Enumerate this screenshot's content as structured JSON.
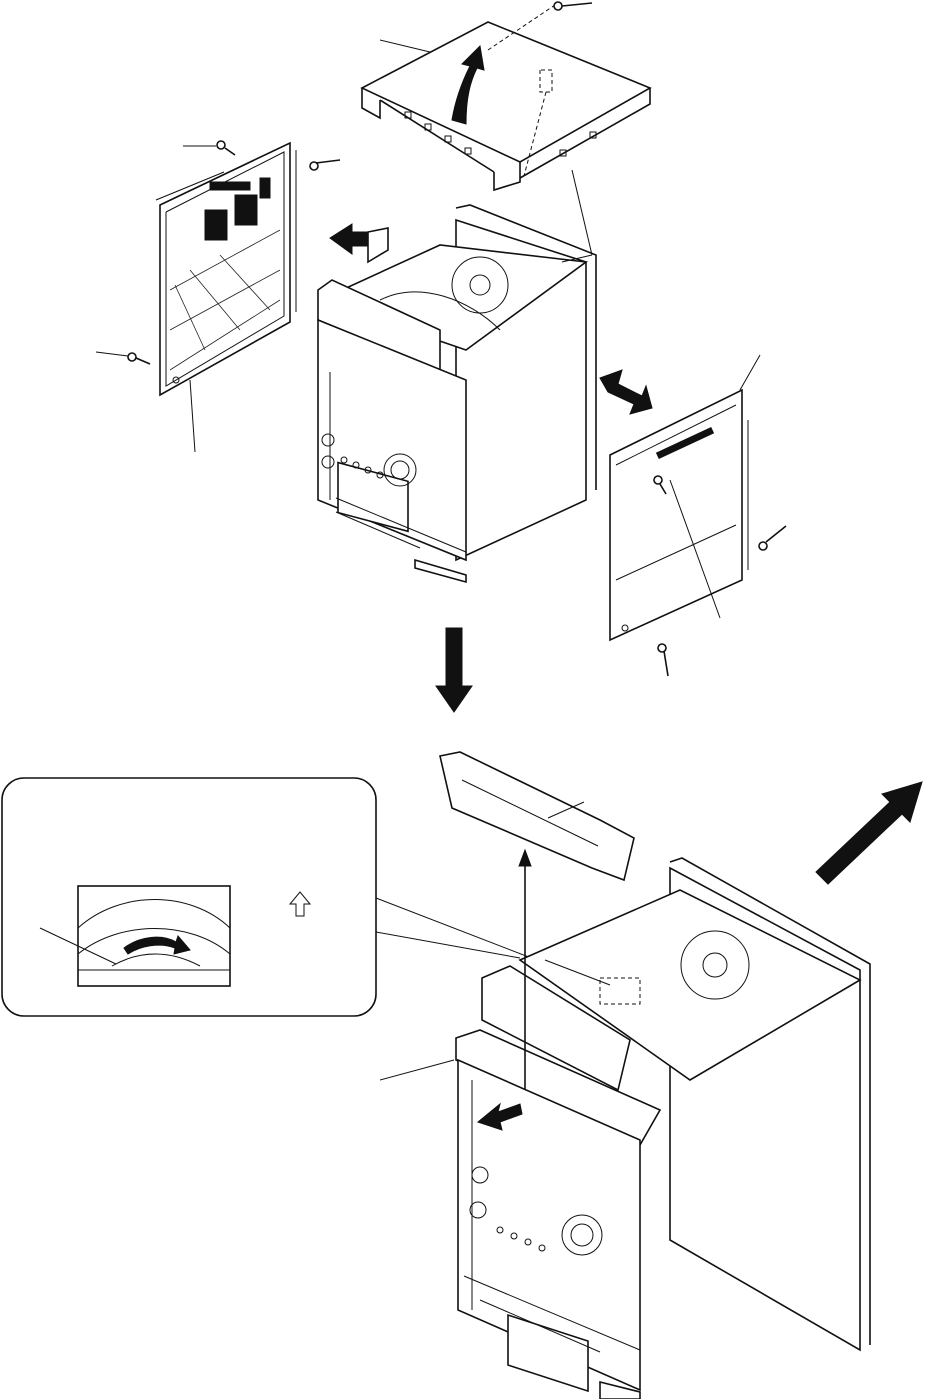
{
  "figure": {
    "type": "exploded-assembly-diagram",
    "colors": {
      "line": "#111111",
      "background": "#ffffff"
    },
    "parts": [
      "top-cover",
      "left-side-panel",
      "right-side-panel",
      "main-unit-upper",
      "main-unit-lower",
      "loading-panel",
      "detail-callout"
    ],
    "icons": [
      "screw-icon",
      "rotate-arrow-icon",
      "outline-up-arrow-icon",
      "removal-arrow-icon",
      "down-arrow-icon",
      "diagonal-arrow-icon"
    ]
  }
}
